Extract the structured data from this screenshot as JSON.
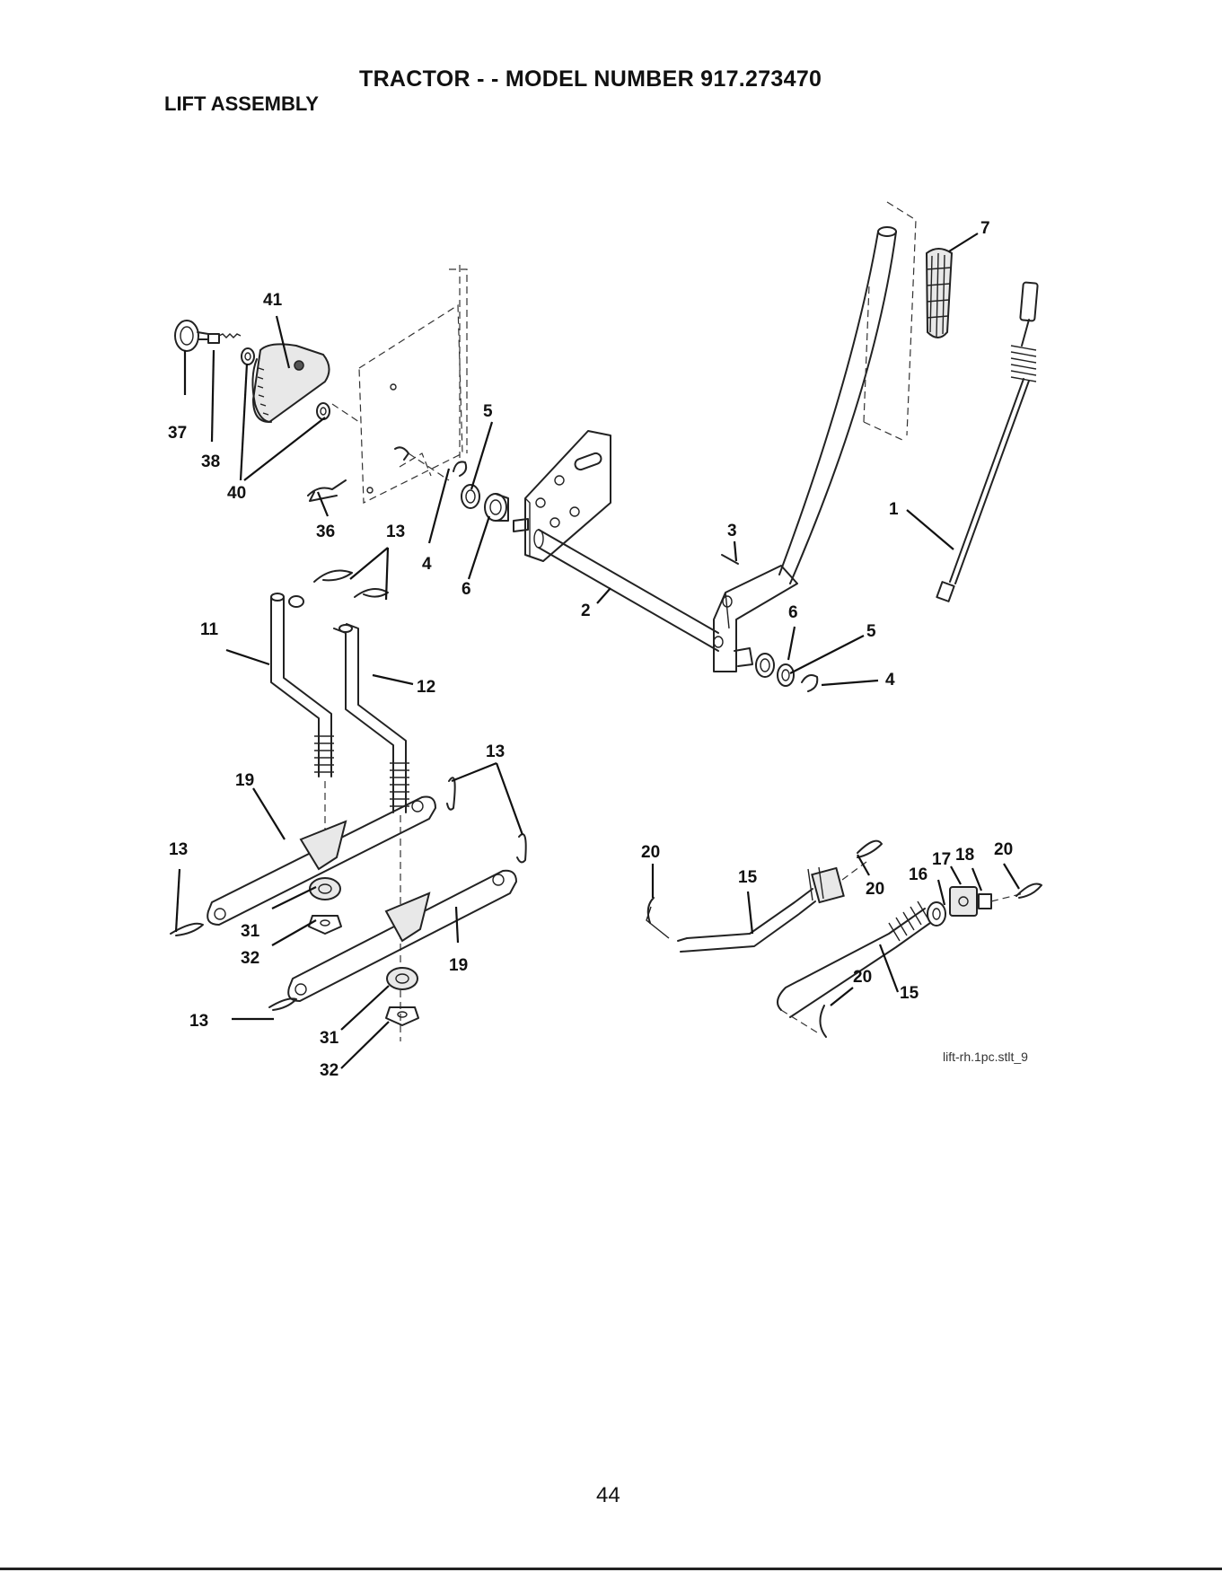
{
  "header": {
    "title": "TRACTOR - - MODEL NUMBER 917.273470",
    "subtitle": "LIFT ASSEMBLY"
  },
  "diagram": {
    "callouts": [
      "41",
      "37",
      "38",
      "40",
      "36",
      "13",
      "5",
      "4",
      "6",
      "3",
      "2",
      "7",
      "1",
      "6",
      "5",
      "4",
      "11",
      "12",
      "13",
      "19",
      "13",
      "31",
      "32",
      "19",
      "13",
      "31",
      "32",
      "20",
      "15",
      "20",
      "16",
      "17",
      "18",
      "20",
      "20",
      "15"
    ],
    "file_label": "lift-rh.1pc.stlt_9"
  },
  "footer": {
    "page_number": "44"
  }
}
